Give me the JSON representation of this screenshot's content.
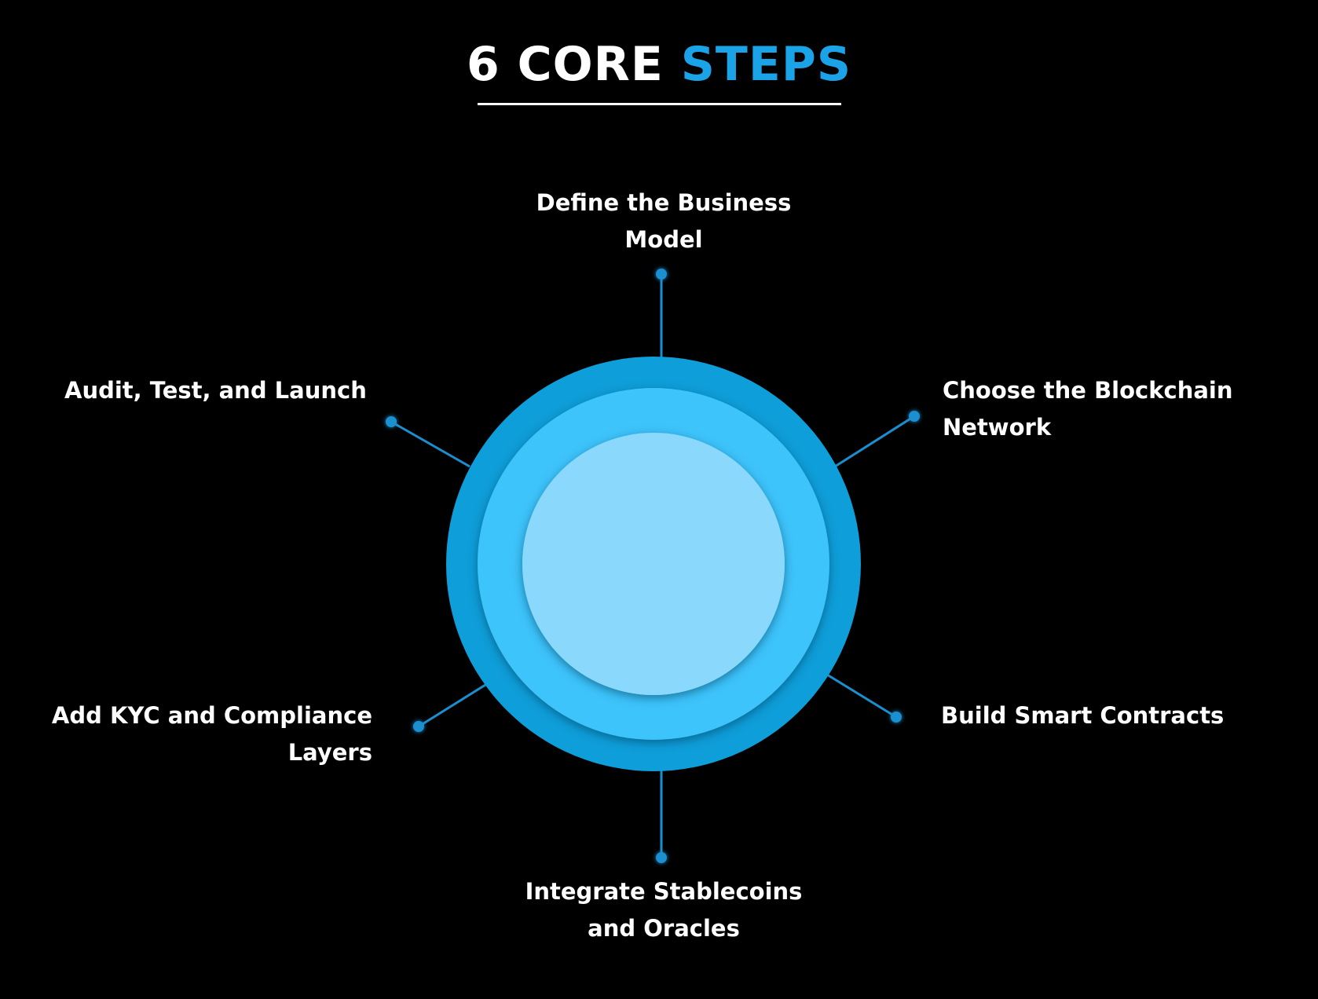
{
  "title": {
    "main": "6 CORE ",
    "accent": "STEPS"
  },
  "colors": {
    "background": "#000000",
    "text": "#ffffff",
    "accent": "#1aa3e6",
    "ring_outer": "#0e9ed9",
    "ring_middle": "#3cc4fb",
    "ring_inner": "#8ad9fd",
    "connector": "#1a8fd0",
    "node": "#1a8fd0"
  },
  "steps": [
    {
      "label": "Define the Business Model"
    },
    {
      "label": "Choose the Blockchain Network"
    },
    {
      "label": "Build Smart Contracts"
    },
    {
      "label": "Integrate Stablecoins and Oracles"
    },
    {
      "label": "Add KYC and Compliance Layers"
    },
    {
      "label": "Audit, Test, and Launch"
    }
  ]
}
